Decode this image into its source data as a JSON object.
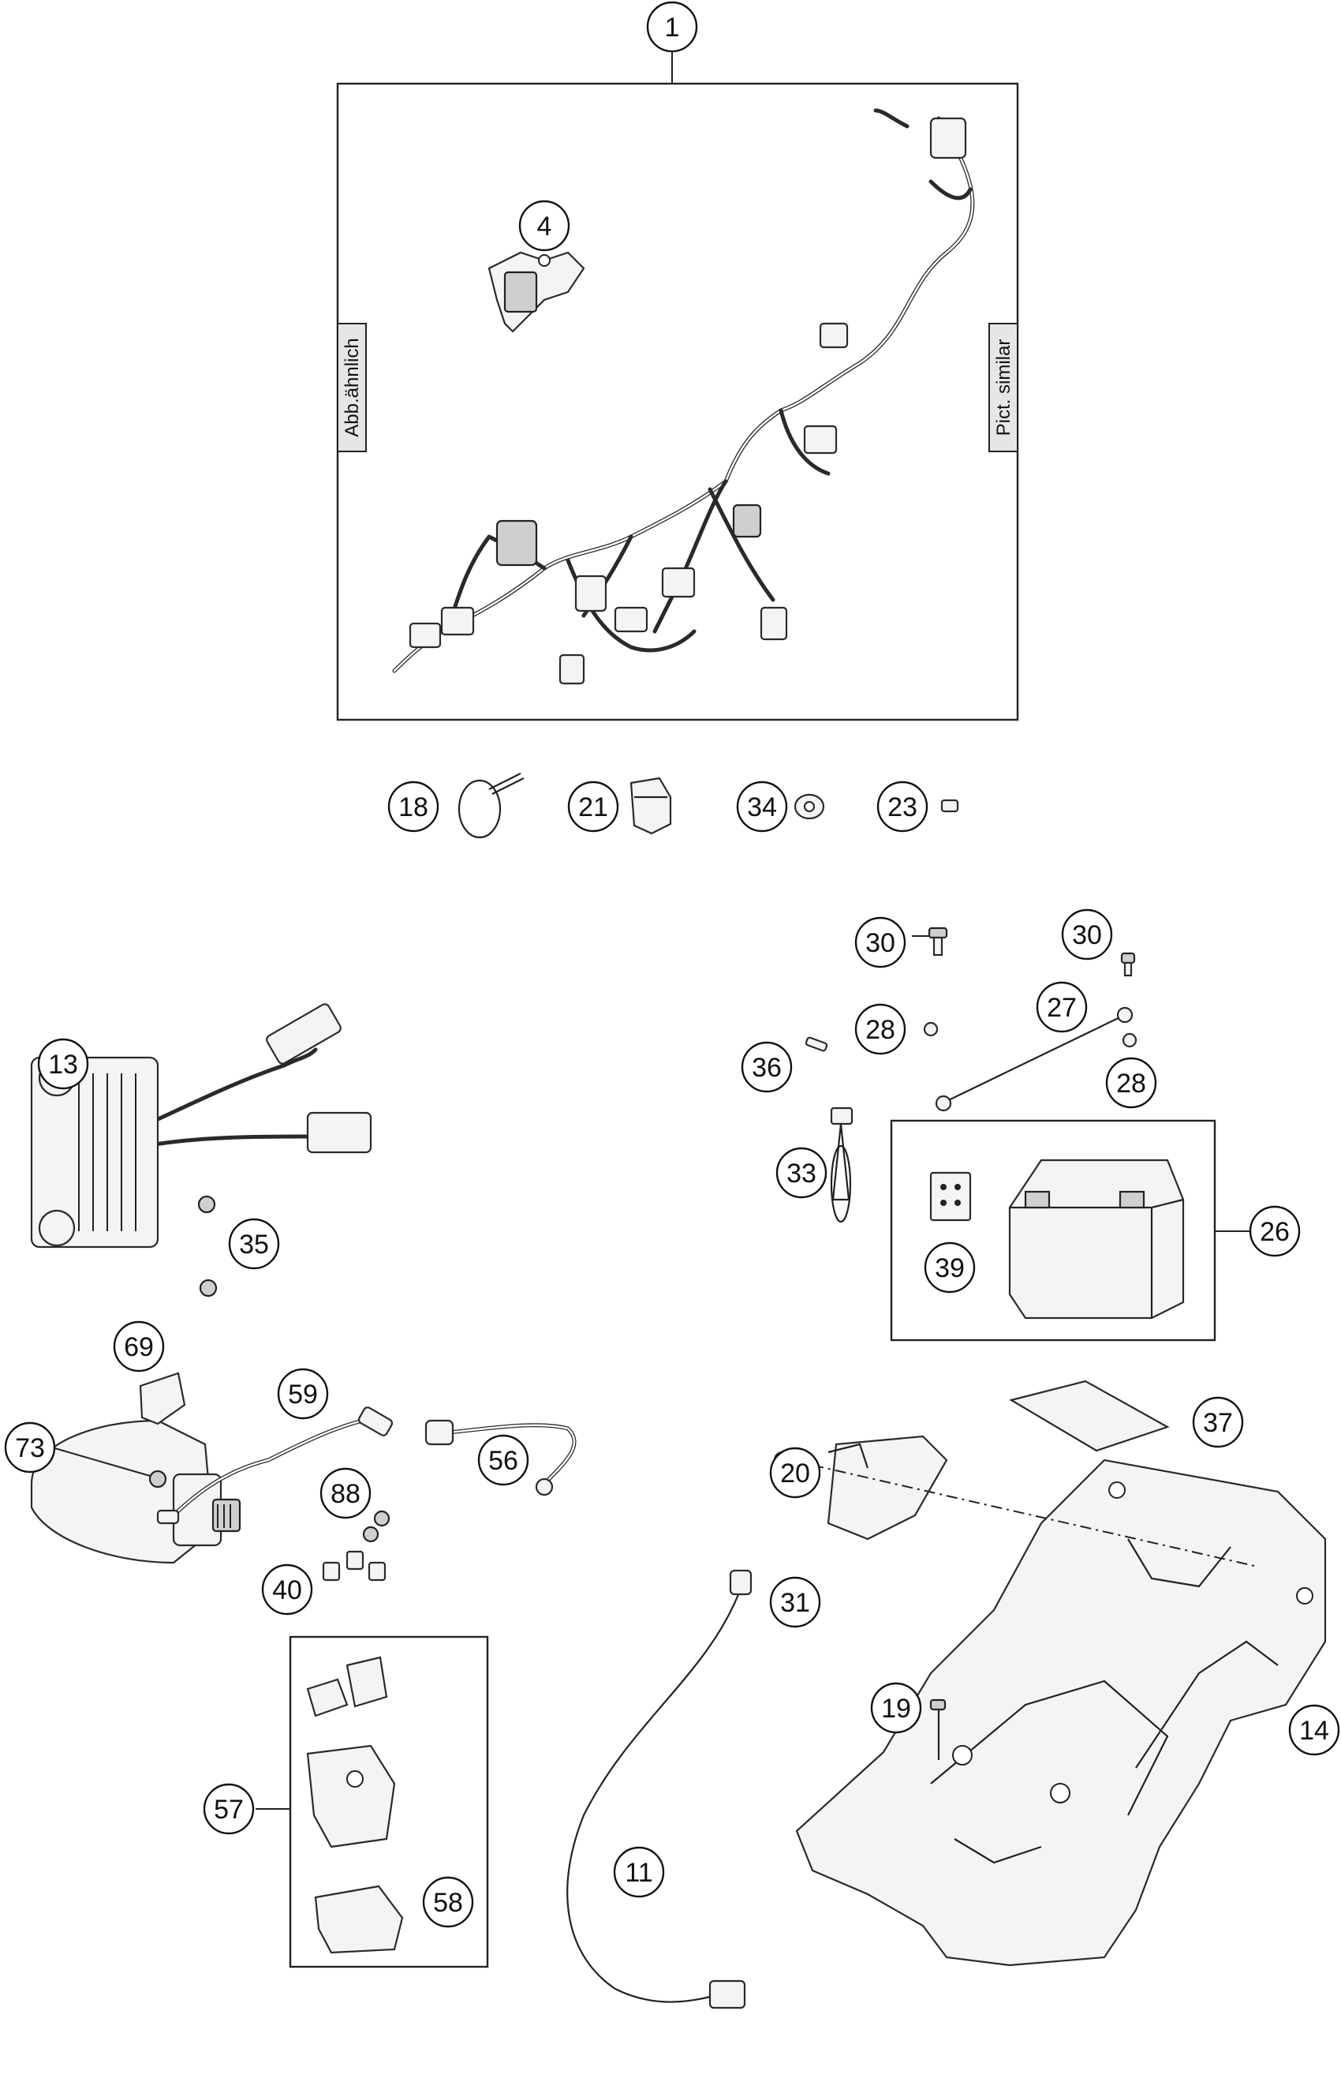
{
  "side_labels": {
    "left": "Abb.ähnlich",
    "right": "Pict. similar"
  },
  "callouts": [
    {
      "id": "c1",
      "label": "1"
    },
    {
      "id": "c4",
      "label": "4"
    },
    {
      "id": "c18",
      "label": "18"
    },
    {
      "id": "c21",
      "label": "21"
    },
    {
      "id": "c34",
      "label": "34"
    },
    {
      "id": "c23",
      "label": "23"
    },
    {
      "id": "c30a",
      "label": "30"
    },
    {
      "id": "c30b",
      "label": "30"
    },
    {
      "id": "c27",
      "label": "27"
    },
    {
      "id": "c28a",
      "label": "28"
    },
    {
      "id": "c28b",
      "label": "28"
    },
    {
      "id": "c36",
      "label": "36"
    },
    {
      "id": "c13",
      "label": "13"
    },
    {
      "id": "c35",
      "label": "35"
    },
    {
      "id": "c33",
      "label": "33"
    },
    {
      "id": "c39",
      "label": "39"
    },
    {
      "id": "c26",
      "label": "26"
    },
    {
      "id": "c69",
      "label": "69"
    },
    {
      "id": "c59",
      "label": "59"
    },
    {
      "id": "c73",
      "label": "73"
    },
    {
      "id": "c56",
      "label": "56"
    },
    {
      "id": "c37",
      "label": "37"
    },
    {
      "id": "c88",
      "label": "88"
    },
    {
      "id": "c20",
      "label": "20"
    },
    {
      "id": "c40",
      "label": "40"
    },
    {
      "id": "c31",
      "label": "31"
    },
    {
      "id": "c19",
      "label": "19"
    },
    {
      "id": "c14",
      "label": "14"
    },
    {
      "id": "c57",
      "label": "57"
    },
    {
      "id": "c11",
      "label": "11"
    },
    {
      "id": "c58",
      "label": "58"
    }
  ]
}
